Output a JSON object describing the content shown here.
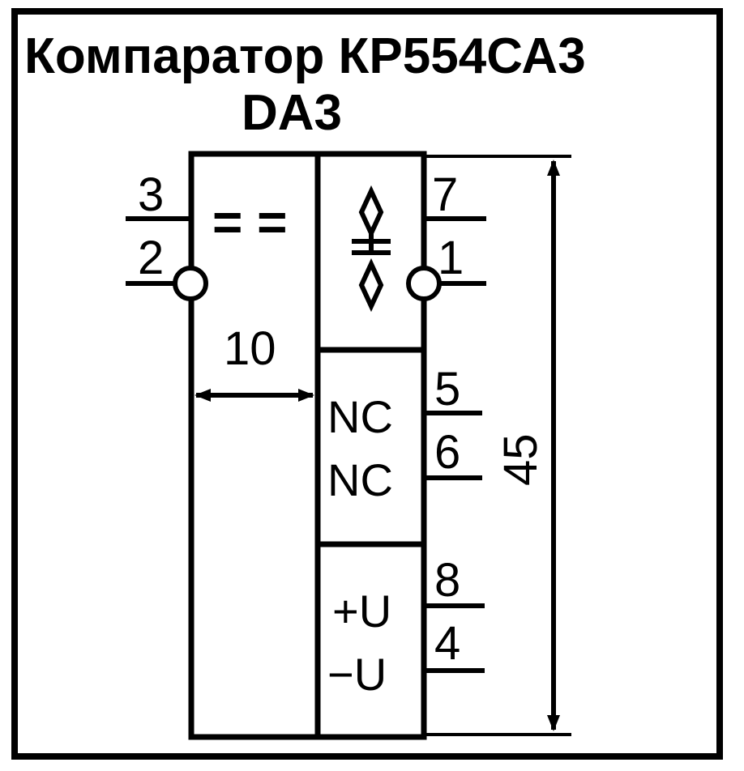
{
  "title": "Компаратор КР554СА3",
  "designator": "DA3",
  "function_symbol": "= =",
  "inputs": [
    {
      "pin": "3"
    },
    {
      "pin": "2",
      "inverted": true
    }
  ],
  "outputs": [
    {
      "pin": "7"
    },
    {
      "pin": "1",
      "inverted": true
    }
  ],
  "nc_pins": [
    {
      "pin": "5",
      "label": "NC"
    },
    {
      "pin": "6",
      "label": "NC"
    }
  ],
  "power_pins": [
    {
      "pin": "8",
      "label": "+U"
    },
    {
      "pin": "4",
      "label": "−U"
    }
  ],
  "dimensions": {
    "width": "10",
    "height": "45"
  },
  "colors": {
    "stroke": "#000000",
    "background": "#ffffff"
  }
}
